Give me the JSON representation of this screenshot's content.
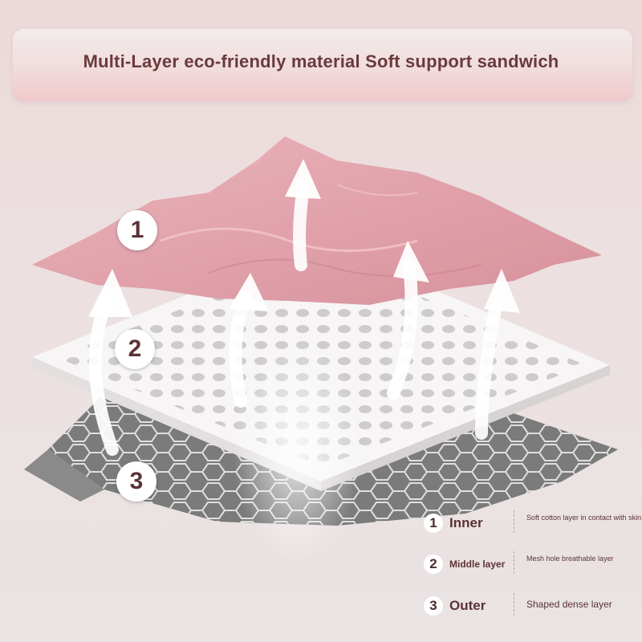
{
  "banner": {
    "title": "Multi-Layer eco-friendly material Soft support sandwich"
  },
  "layers": [
    {
      "number": "1",
      "label": "Inner",
      "description": "Soft cotton layer in contact with skin"
    },
    {
      "number": "2",
      "label": "Middle layer",
      "description": "Mesh hole breathable layer"
    },
    {
      "number": "3",
      "label": "Outer",
      "description": "Shaped dense layer"
    }
  ],
  "colors": {
    "title_text": "#6a3a3d",
    "inner_layer": "#e4a8b0",
    "middle_layer": "#f4f2f2",
    "outer_layer": "#7a7a7a"
  }
}
